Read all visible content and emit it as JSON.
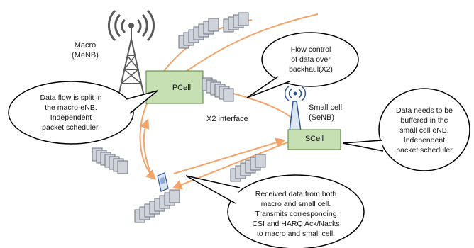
{
  "labels": {
    "macro": "Macro\n(MeNB)",
    "small_cell": "Small cell\n(SeNB)",
    "x2_interface": "X2 interface",
    "pcell": "PCell",
    "scell": "SCell"
  },
  "callouts": {
    "macro_split": "Data flow is split in\nthe macro-eNB.\nIndependent\npacket scheduler.",
    "flow_control": "Flow control\nof data over\nbackhaul(X2)",
    "small_cell_buffer": "Data needs to be\nbuffered in the\nsmall cell eNB.\nIndependent\npacket scheduler",
    "ue_received": "Received data from both\nmacro and small cell.\nTransmits corresponding\nCSI and HARQ Ack/Nacks\nto macro and small cell."
  },
  "colors": {
    "flow_orange": "#f2a46a",
    "cell_green": "#c6e0b4",
    "cell_border": "#548235",
    "packet_fill": "#cfd3da",
    "packet_border": "#6b7280",
    "tower_grey": "#595959",
    "antenna_blue": "#2f5597"
  }
}
